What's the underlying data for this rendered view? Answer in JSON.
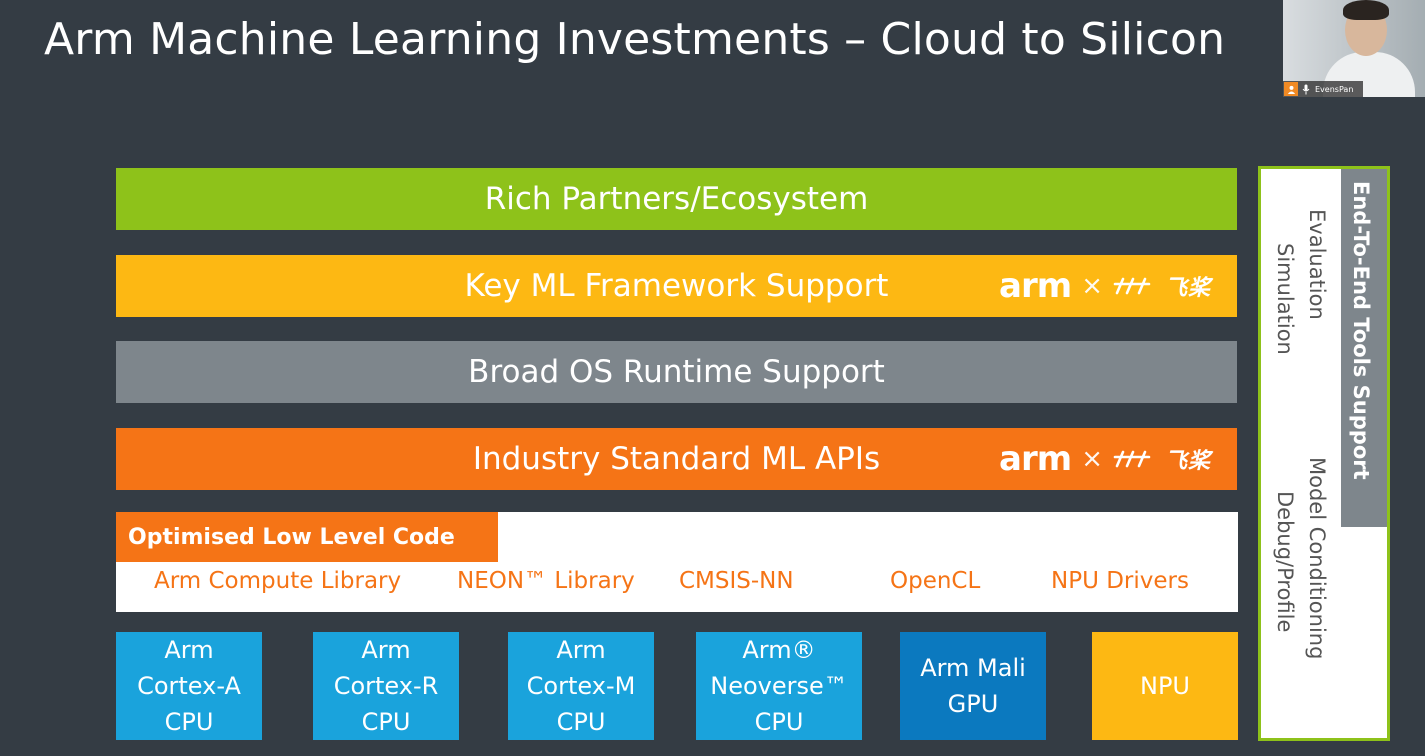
{
  "slide": {
    "title": "Arm Machine Learning Investments – Cloud to Silicon"
  },
  "layers": {
    "ecosystem": "Rich Partners/Ecosystem",
    "framework": "Key ML Framework Support",
    "os_runtime": "Broad OS Runtime Support",
    "ml_apis": "Industry Standard ML APIs"
  },
  "logos": {
    "arm": "arm",
    "cross": "×",
    "paddle": "飞桨"
  },
  "low_level": {
    "tag": "Optimised Low Level Code",
    "libraries": [
      "Arm Compute Library",
      "NEON™ Library",
      "CMSIS-NN",
      "OpenCL",
      "NPU Drivers"
    ]
  },
  "hardware": [
    {
      "line1": "Arm",
      "line2": "Cortex-A",
      "line3": "CPU"
    },
    {
      "line1": "Arm",
      "line2": "Cortex-R",
      "line3": "CPU"
    },
    {
      "line1": "Arm",
      "line2": "Cortex-M",
      "line3": "CPU"
    },
    {
      "line1": "Arm®",
      "line2": "Neoverse™",
      "line3": "CPU"
    },
    {
      "line1": "Arm Mali",
      "line2": "GPU"
    },
    {
      "line1": "NPU"
    }
  ],
  "tools": {
    "heading": "End-To-End Tools Support",
    "col1_a": "Evaluation",
    "col1_b": "Model Conditioning",
    "col2_a": "Simulation",
    "col2_b": "Debug/Profile"
  },
  "webcam": {
    "name": "EvensPan"
  },
  "colors": {
    "background": "#343c44",
    "green": "#8ec21a",
    "yellow": "#fdb813",
    "gray": "#7e868c",
    "orange": "#f57416",
    "cyan": "#1aa3dc",
    "blue": "#0b79bf"
  }
}
